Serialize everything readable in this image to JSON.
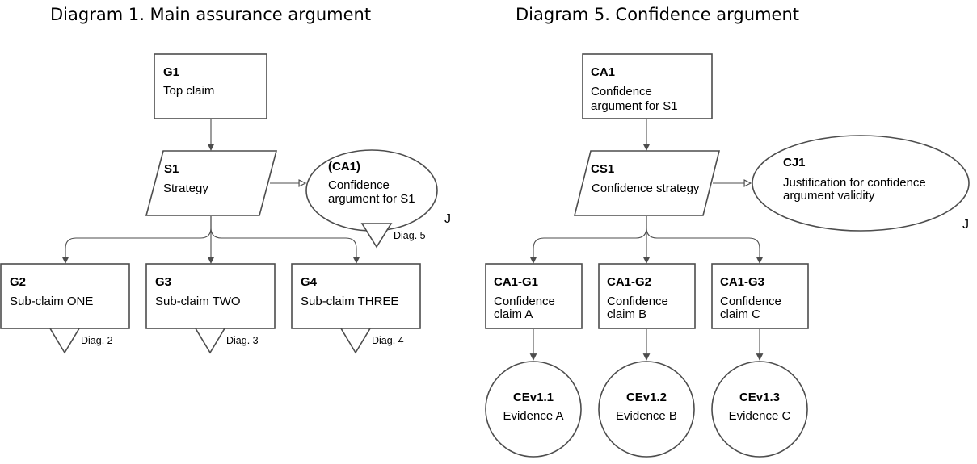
{
  "diagrams": [
    {
      "title": "Diagram 1. Main assurance argument"
    },
    {
      "title": "Diagram 5. Confidence argument"
    }
  ],
  "nodes": {
    "G1": {
      "id": "G1",
      "lines": [
        "Top claim"
      ]
    },
    "S1": {
      "id": "S1",
      "lines": [
        "Strategy"
      ]
    },
    "CA1ref": {
      "id": "(CA1)",
      "lines": [
        "Confidence",
        "argument for S1"
      ],
      "j": "J",
      "diag": "Diag. 5"
    },
    "G2": {
      "id": "G2",
      "lines": [
        "Sub-claim ONE"
      ],
      "diag": "Diag. 2"
    },
    "G3": {
      "id": "G3",
      "lines": [
        "Sub-claim TWO"
      ],
      "diag": "Diag. 3"
    },
    "G4": {
      "id": "G4",
      "lines": [
        "Sub-claim THREE"
      ],
      "diag": "Diag. 4"
    },
    "CA1": {
      "id": "CA1",
      "lines": [
        "Confidence",
        "argument for S1"
      ]
    },
    "CS1": {
      "id": "CS1",
      "lines": [
        "Confidence strategy"
      ]
    },
    "CJ1": {
      "id": "CJ1",
      "lines": [
        "Justification for confidence",
        "argument validity"
      ],
      "j": "J"
    },
    "CA1G1": {
      "id": "CA1-G1",
      "lines": [
        "Confidence",
        "claim A"
      ]
    },
    "CA1G2": {
      "id": "CA1-G2",
      "lines": [
        "Confidence",
        "claim B"
      ]
    },
    "CA1G3": {
      "id": "CA1-G3",
      "lines": [
        "Confidence",
        "claim C"
      ]
    },
    "CEv11": {
      "id": "CEv1.1",
      "lines": [
        "Evidence A"
      ]
    },
    "CEv12": {
      "id": "CEv1.2",
      "lines": [
        "Evidence B"
      ]
    },
    "CEv13": {
      "id": "CEv1.3",
      "lines": [
        "Evidence C"
      ]
    }
  }
}
